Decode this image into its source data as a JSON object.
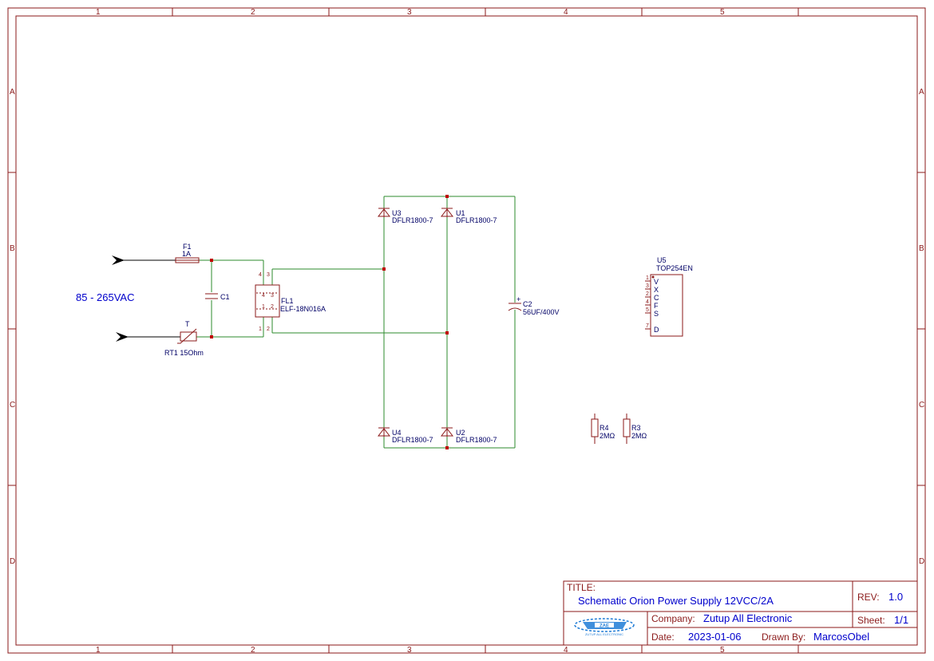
{
  "frame": {
    "columns": [
      "1",
      "2",
      "3",
      "4",
      "5"
    ],
    "rows": [
      "A",
      "B",
      "C",
      "D"
    ]
  },
  "input": {
    "voltage_label": "85 - 265VAC"
  },
  "components": {
    "F1": {
      "ref": "F1",
      "value": "1A"
    },
    "C1": {
      "ref": "C1"
    },
    "RT1": {
      "ref": "RT1 15Ohm",
      "marker": "T"
    },
    "FL1": {
      "ref": "FL1",
      "value": "ELF-18N016A",
      "pins": [
        "4",
        "3",
        "4",
        "3",
        "1",
        "2",
        "1",
        "2"
      ]
    },
    "U3": {
      "ref": "U3",
      "value": "DFLR1800-7"
    },
    "U1": {
      "ref": "U1",
      "value": "DFLR1800-7"
    },
    "U4": {
      "ref": "U4",
      "value": "DFLR1800-7"
    },
    "U2": {
      "ref": "U2",
      "value": "DFLR1800-7"
    },
    "C2": {
      "ref": "C2",
      "value": "56UF/400V",
      "polarity": "+"
    },
    "U5": {
      "ref": "U5",
      "value": "TOP254EN",
      "pins": [
        {
          "num": "1",
          "name": "V"
        },
        {
          "num": "3",
          "name": "X"
        },
        {
          "num": "2",
          "name": "C"
        },
        {
          "num": "4",
          "name": "F"
        },
        {
          "num": "5",
          "name": "S"
        },
        {
          "num": "7",
          "name": "D"
        }
      ]
    },
    "R4": {
      "ref": "R4",
      "value": "2MΩ"
    },
    "R3": {
      "ref": "R3",
      "value": "2MΩ"
    }
  },
  "title_block": {
    "title_label": "TITLE:",
    "title": "Schematic Orion Power Supply 12VCC/2A",
    "rev_label": "REV:",
    "rev": "1.0",
    "company_label": "Company:",
    "company": "Zutup All Electronic",
    "sheet_label": "Sheet:",
    "sheet": "1/1",
    "date_label": "Date:",
    "date": "2023-01-06",
    "drawn_by_label": "Drawn By:",
    "drawn_by": "MarcosObel",
    "logo_text": "ZUTUP ALL ELECTRONIC"
  },
  "colors": {
    "frame": "#8b1a1a",
    "wire": "#2e8b2e",
    "junction": "#c00000",
    "text_blue": "#0000cc",
    "ref_text": "#000066"
  }
}
